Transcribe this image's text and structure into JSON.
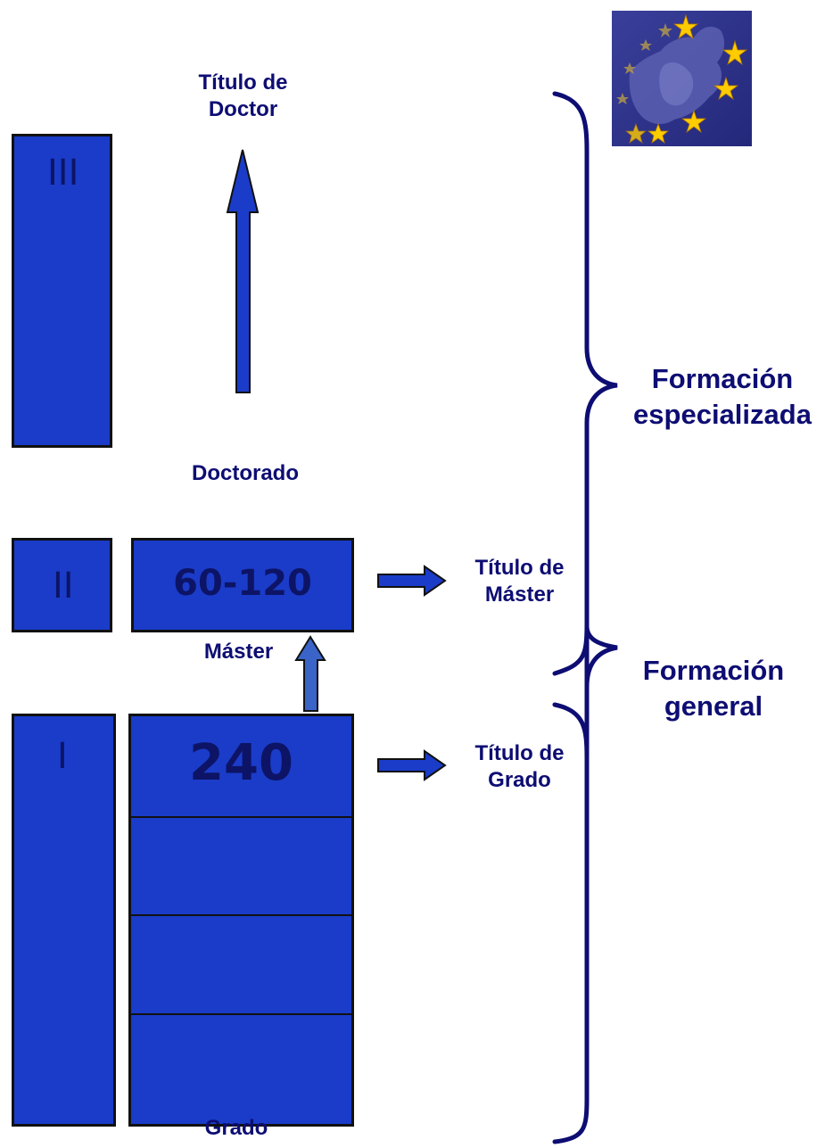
{
  "cycles": {
    "third": {
      "roman": "III"
    },
    "second": {
      "roman": "II",
      "credits": "60-120"
    },
    "first": {
      "roman": "I",
      "credits": "240"
    }
  },
  "labels": {
    "doctor_title": "Título de\nDoctor",
    "doctorate": "Doctorado",
    "master": "Máster",
    "master_title": "Título de\nMáster",
    "degree_title": "Título de\nGrado",
    "degree": "Grado"
  },
  "groups": {
    "specialized": "Formación\nespecializada",
    "general": "Formación\ngeneral"
  },
  "colors": {
    "box_fill": "#1a3cc8",
    "arrow_fill": "#1a3cc8",
    "small_arrow_fill": "#3a64c8",
    "label_text": "#0d0d73",
    "brace": "#0d0d73",
    "flag_bg": "#333399",
    "star": "#ffcc00"
  },
  "icons": {
    "logo": "eu-stars-map-logo"
  }
}
